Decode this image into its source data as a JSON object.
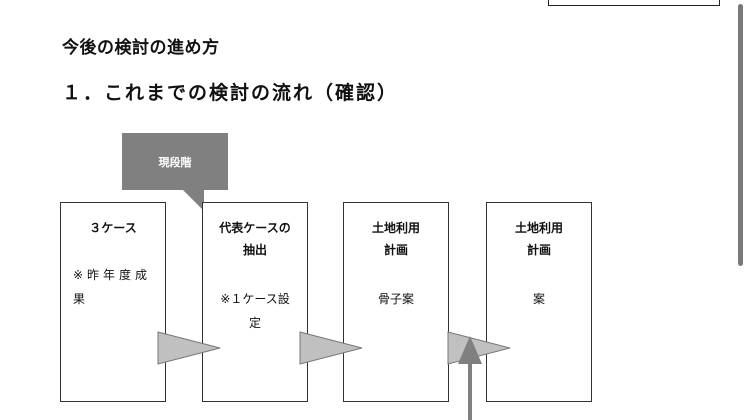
{
  "heading": "今後の検討の進め方",
  "subheading": "１．これまでの検討の流れ（確認）",
  "stage_label": "現段階",
  "cards": [
    {
      "title": "３ケース",
      "desc": "※昨年度成果"
    },
    {
      "title": "代表ケースの抽出",
      "desc": "※１ケース設定"
    },
    {
      "title": "土地利用計画",
      "desc": "骨子案"
    },
    {
      "title": "土地利用計画",
      "desc": "案"
    }
  ],
  "colors": {
    "callout": "#808080",
    "arrow": "#c0c0c0",
    "arrow_outline": "#777777"
  }
}
